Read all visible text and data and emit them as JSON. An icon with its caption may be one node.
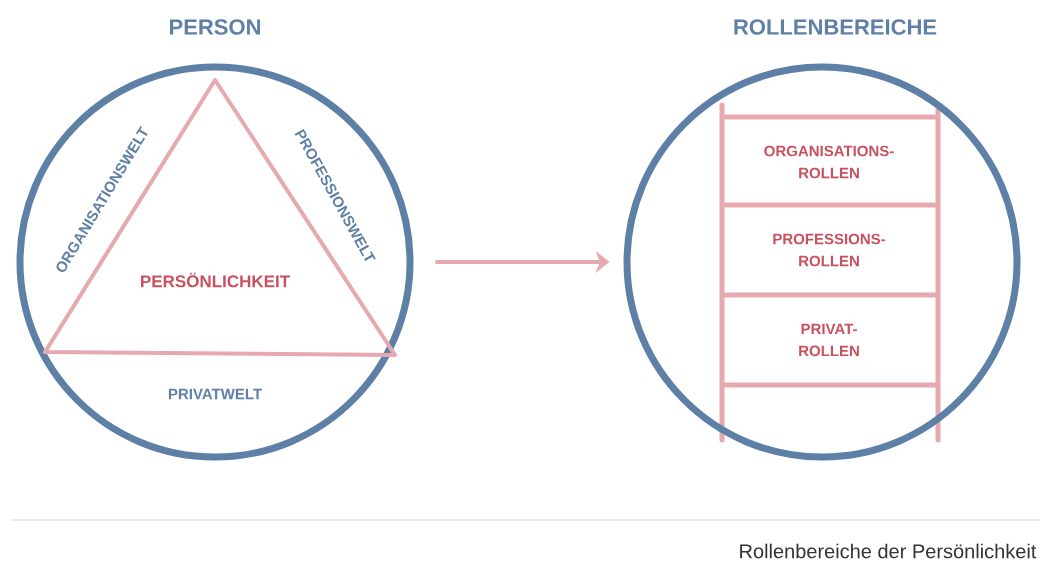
{
  "diagram": {
    "caption": "Rollenbereiche der Persönlichkeit",
    "nodes": [
      {
        "text": [
          "PERSON"
        ]
      },
      {
        "text": [
          "PERSÖNLICHKEIT"
        ],
        "in": 0
      },
      {
        "text": [
          "ROLLENBEREICHE"
        ]
      },
      {
        "text": [
          "ORGANISATIONS- ROLLEN"
        ],
        "in": 2
      },
      {
        "text": [
          "PROFESSIONS- ROLLEN"
        ],
        "in": 2
      },
      {
        "text": [
          "PRIVAT- ROLLEN"
        ],
        "in": 2
      }
    ],
    "edges": [
      {
        "from": 0,
        "to": 2,
        "arrow": "to"
      }
    ],
    "labels": [
      "ORGANISATIONSWELT",
      "PROFESSIONSWELT",
      "PRIVATWELT"
    ]
  }
}
